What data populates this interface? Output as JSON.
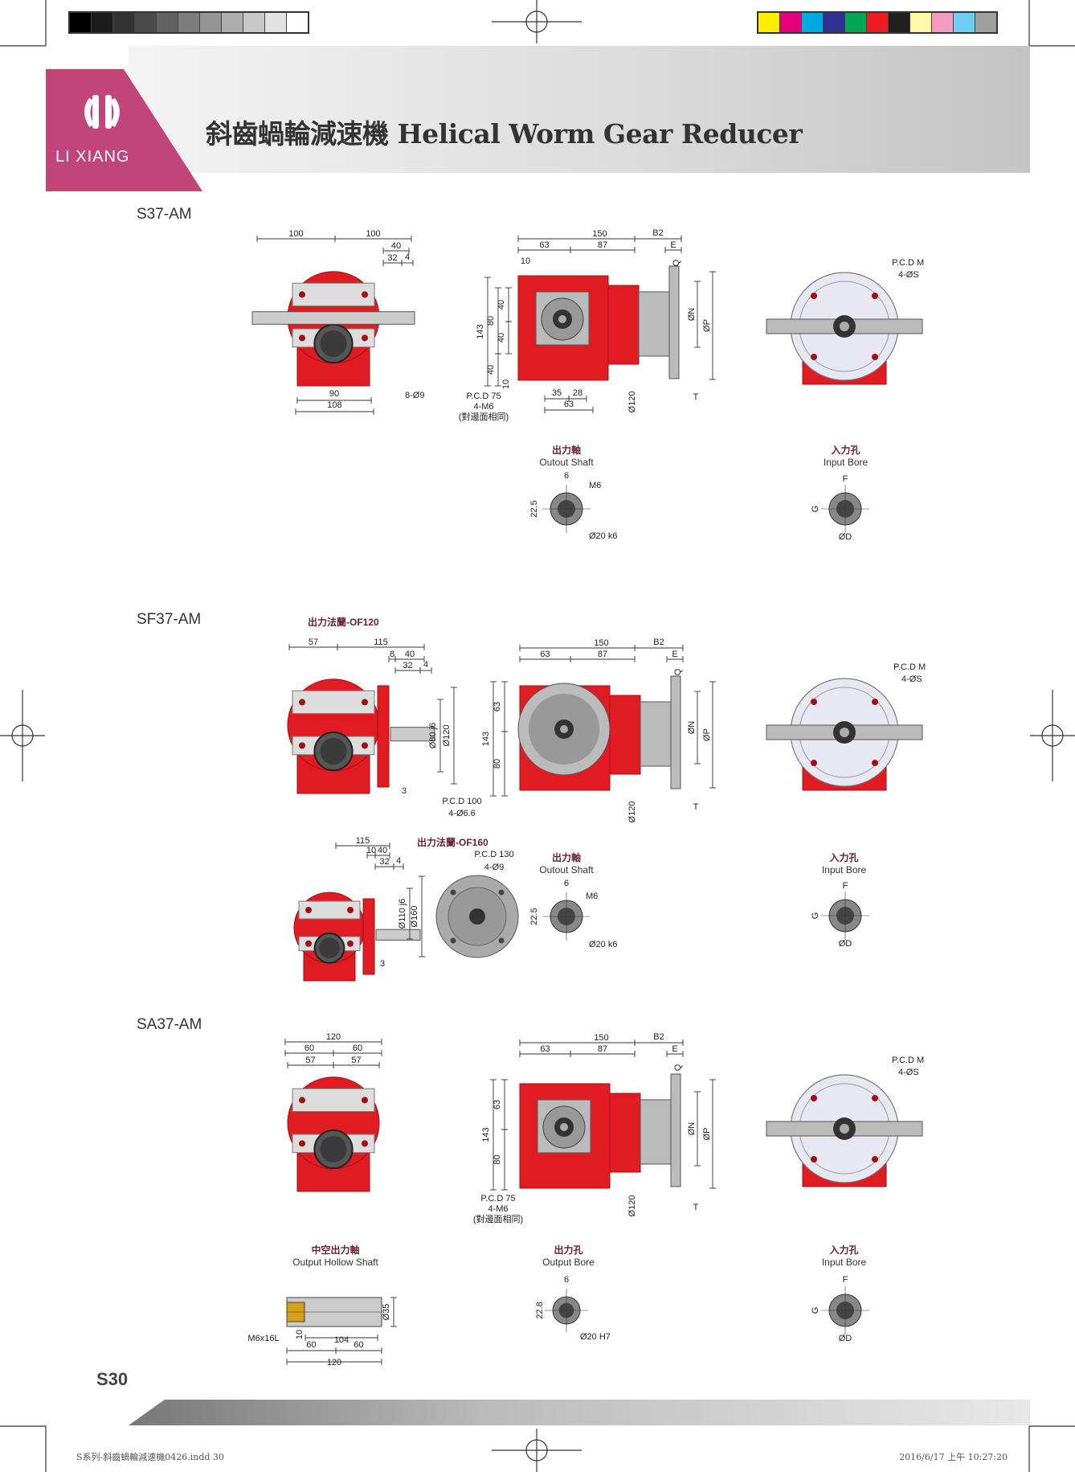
{
  "print_marks": {
    "gray_swatches": [
      "#000000",
      "#1c1c1c",
      "#333333",
      "#4a4a4a",
      "#636363",
      "#7c7c7c",
      "#959595",
      "#aeaeae",
      "#c8c8c8",
      "#e2e2e2",
      "#ffffff"
    ],
    "color_swatches": [
      "#ffee00",
      "#e6007e",
      "#00a9e0",
      "#2e3192",
      "#00a651",
      "#ed1c24",
      "#231f20",
      "#fff8a6",
      "#f49ac1",
      "#6dcff6",
      "#a0a0a0"
    ]
  },
  "brand": {
    "name": "LI XIANG",
    "color": "#c2457a"
  },
  "header": {
    "title": "斜齒蝸輪減速機 Helical Worm Gear Reducer"
  },
  "colors": {
    "housing": "#e01b22",
    "housing_dark": "#a01015",
    "motor_plate": "#e8e8f2",
    "shaft": "#666666"
  },
  "sections": [
    {
      "model": "S37-AM"
    },
    {
      "model": "SF37-AM"
    },
    {
      "model": "SA37-AM"
    }
  ],
  "captions": {
    "output_shaft_cn": "出力軸",
    "output_shaft_en": "Outout Shaft",
    "input_bore_cn": "入力孔",
    "input_bore_en": "Input Bore",
    "output_bore_cn": "出力孔",
    "output_bore_en": "Output Bore",
    "hollow_shaft_cn": "中空出力軸",
    "hollow_shaft_en": "Output Hollow Shaft",
    "flange_of120": "出力法蘭-OF120",
    "flange_of160": "出力法蘭-OF160"
  },
  "dims": {
    "s37_front": [
      "100",
      "100",
      "40",
      "32",
      "4",
      "90",
      "108",
      "8-Ø9"
    ],
    "s37_side": [
      "150",
      "63",
      "87",
      "B2",
      "E",
      "10",
      "Q",
      "143",
      "80",
      "40",
      "40",
      "40",
      "10",
      "ØN",
      "ØP",
      "Ø120",
      "T",
      "35",
      "28",
      "63"
    ],
    "s37_side_note": [
      "P.C.D 75",
      "4-M6",
      "(對邊面相同)"
    ],
    "motor_labels": [
      "P.C.D M",
      "4-ØS"
    ],
    "shaft_dims": [
      "6",
      "M6",
      "22.5",
      "Ø20 k6"
    ],
    "bore_dims": [
      "F",
      "G",
      "ØD"
    ],
    "sf37_front": [
      "57",
      "115",
      "8",
      "40",
      "32",
      "4",
      "Ø80 j6",
      "Ø120",
      "3"
    ],
    "sf37_side": [
      "150",
      "63",
      "87",
      "B2",
      "E",
      "Q",
      "143",
      "63",
      "80",
      "ØN",
      "ØP",
      "Ø120",
      "T"
    ],
    "sf37_note": [
      "P.C.D 100",
      "4-Ø6.6"
    ],
    "of160_front": [
      "115",
      "10",
      "40",
      "32",
      "4",
      "Ø110 j6",
      "Ø160",
      "3"
    ],
    "of160_flange": [
      "P.C.D 130",
      "4-Ø9"
    ],
    "sa37_front": [
      "120",
      "60",
      "60",
      "57",
      "57"
    ],
    "sa37_side": [
      "150",
      "63",
      "87",
      "B2",
      "E",
      "Q",
      "143",
      "63",
      "80",
      "ØN",
      "ØP",
      "Ø120",
      "T"
    ],
    "sa37_note": [
      "P.C.D 75",
      "4-M6",
      "(對邊面相同)"
    ],
    "hollow_dims": [
      "M6x16L",
      "10",
      "104",
      "Ø35",
      "60",
      "60",
      "120"
    ],
    "out_bore_dims": [
      "6",
      "22.8",
      "Ø20 H7"
    ]
  },
  "page_number": "S30",
  "footer": {
    "file": "S系列-斜齒蝸輪減速機0426.indd   30",
    "timestamp": "2016/6/17   上午 10:27:20"
  }
}
